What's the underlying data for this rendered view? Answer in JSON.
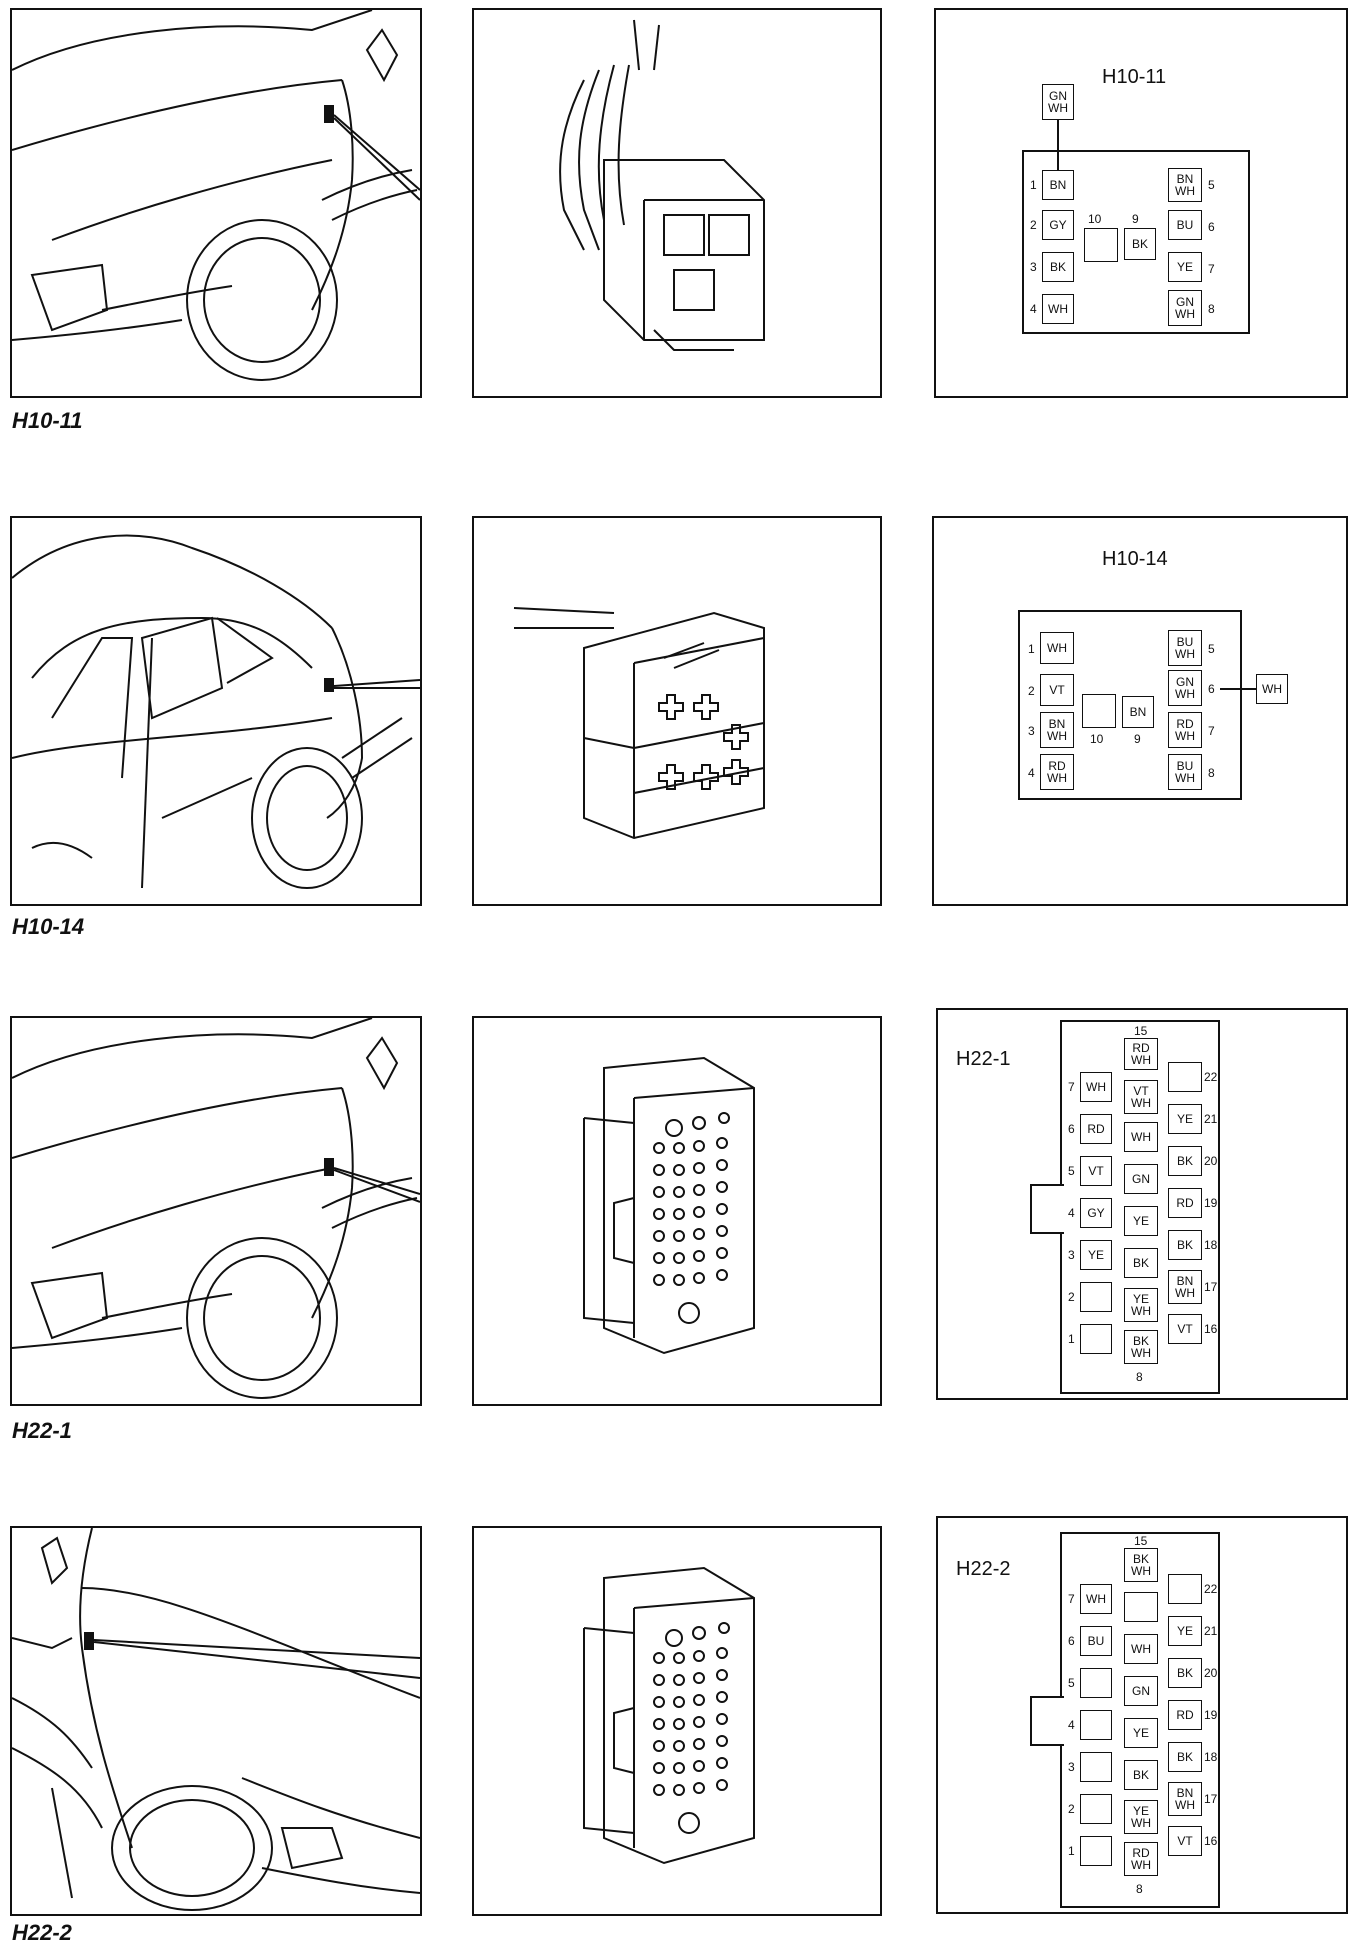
{
  "connectors": [
    {
      "caption": "H10-11",
      "diagram_title": "H10-11",
      "pins": [
        {
          "num": "1",
          "color": "BN"
        },
        {
          "num": "2",
          "color": "GY"
        },
        {
          "num": "3",
          "color": "BK"
        },
        {
          "num": "4",
          "color": "WH"
        },
        {
          "num": "5",
          "color": "BN\nWH"
        },
        {
          "num": "6",
          "color": "BU"
        },
        {
          "num": "7",
          "color": "YE"
        },
        {
          "num": "8",
          "color": "GN\nWH"
        },
        {
          "num": "9",
          "color": "BK"
        },
        {
          "num": "10",
          "color": ""
        }
      ],
      "external": {
        "color": "GN\nWH"
      }
    },
    {
      "caption": "H10-14",
      "diagram_title": "H10-14",
      "pins": [
        {
          "num": "1",
          "color": "WH"
        },
        {
          "num": "2",
          "color": "VT"
        },
        {
          "num": "3",
          "color": "BN\nWH"
        },
        {
          "num": "4",
          "color": "RD\nWH"
        },
        {
          "num": "5",
          "color": "BU\nWH"
        },
        {
          "num": "6",
          "color": "GN\nWH"
        },
        {
          "num": "7",
          "color": "RD\nWH"
        },
        {
          "num": "8",
          "color": "BU\nWH"
        },
        {
          "num": "9",
          "color": "BN"
        },
        {
          "num": "10",
          "color": ""
        }
      ],
      "external": {
        "color": "WH"
      }
    },
    {
      "caption": "H22-1",
      "diagram_title": "H22-1",
      "pins": [
        {
          "num": "7",
          "color": "WH"
        },
        {
          "num": "6",
          "color": "RD"
        },
        {
          "num": "5",
          "color": "VT"
        },
        {
          "num": "4",
          "color": "GY"
        },
        {
          "num": "3",
          "color": "YE"
        },
        {
          "num": "2",
          "color": ""
        },
        {
          "num": "1",
          "color": ""
        },
        {
          "num": "15",
          "color": "RD\nWH"
        },
        {
          "num": "",
          "color": "VT\nWH"
        },
        {
          "num": "",
          "color": "WH"
        },
        {
          "num": "",
          "color": "GN"
        },
        {
          "num": "",
          "color": "YE"
        },
        {
          "num": "",
          "color": "BK"
        },
        {
          "num": "",
          "color": "YE\nWH"
        },
        {
          "num": "8",
          "color": "BK\nWH"
        },
        {
          "num": "22",
          "color": ""
        },
        {
          "num": "21",
          "color": "YE"
        },
        {
          "num": "20",
          "color": "BK"
        },
        {
          "num": "19",
          "color": "RD"
        },
        {
          "num": "18",
          "color": "BK"
        },
        {
          "num": "17",
          "color": "BN\nWH"
        },
        {
          "num": "16",
          "color": "VT"
        }
      ]
    },
    {
      "caption": "H22-2",
      "diagram_title": "H22-2",
      "pins": [
        {
          "num": "7",
          "color": "WH"
        },
        {
          "num": "6",
          "color": "BU"
        },
        {
          "num": "5",
          "color": ""
        },
        {
          "num": "4",
          "color": ""
        },
        {
          "num": "3",
          "color": ""
        },
        {
          "num": "2",
          "color": ""
        },
        {
          "num": "1",
          "color": ""
        },
        {
          "num": "15",
          "color": "BK\nWH"
        },
        {
          "num": "",
          "color": ""
        },
        {
          "num": "",
          "color": "WH"
        },
        {
          "num": "",
          "color": "GN"
        },
        {
          "num": "",
          "color": "YE"
        },
        {
          "num": "",
          "color": "BK"
        },
        {
          "num": "",
          "color": "YE\nWH"
        },
        {
          "num": "8",
          "color": "RD\nWH"
        },
        {
          "num": "22",
          "color": ""
        },
        {
          "num": "21",
          "color": "YE"
        },
        {
          "num": "20",
          "color": "BK"
        },
        {
          "num": "19",
          "color": "RD"
        },
        {
          "num": "18",
          "color": "BK"
        },
        {
          "num": "17",
          "color": "BN\nWH"
        },
        {
          "num": "16",
          "color": "VT"
        }
      ]
    }
  ]
}
